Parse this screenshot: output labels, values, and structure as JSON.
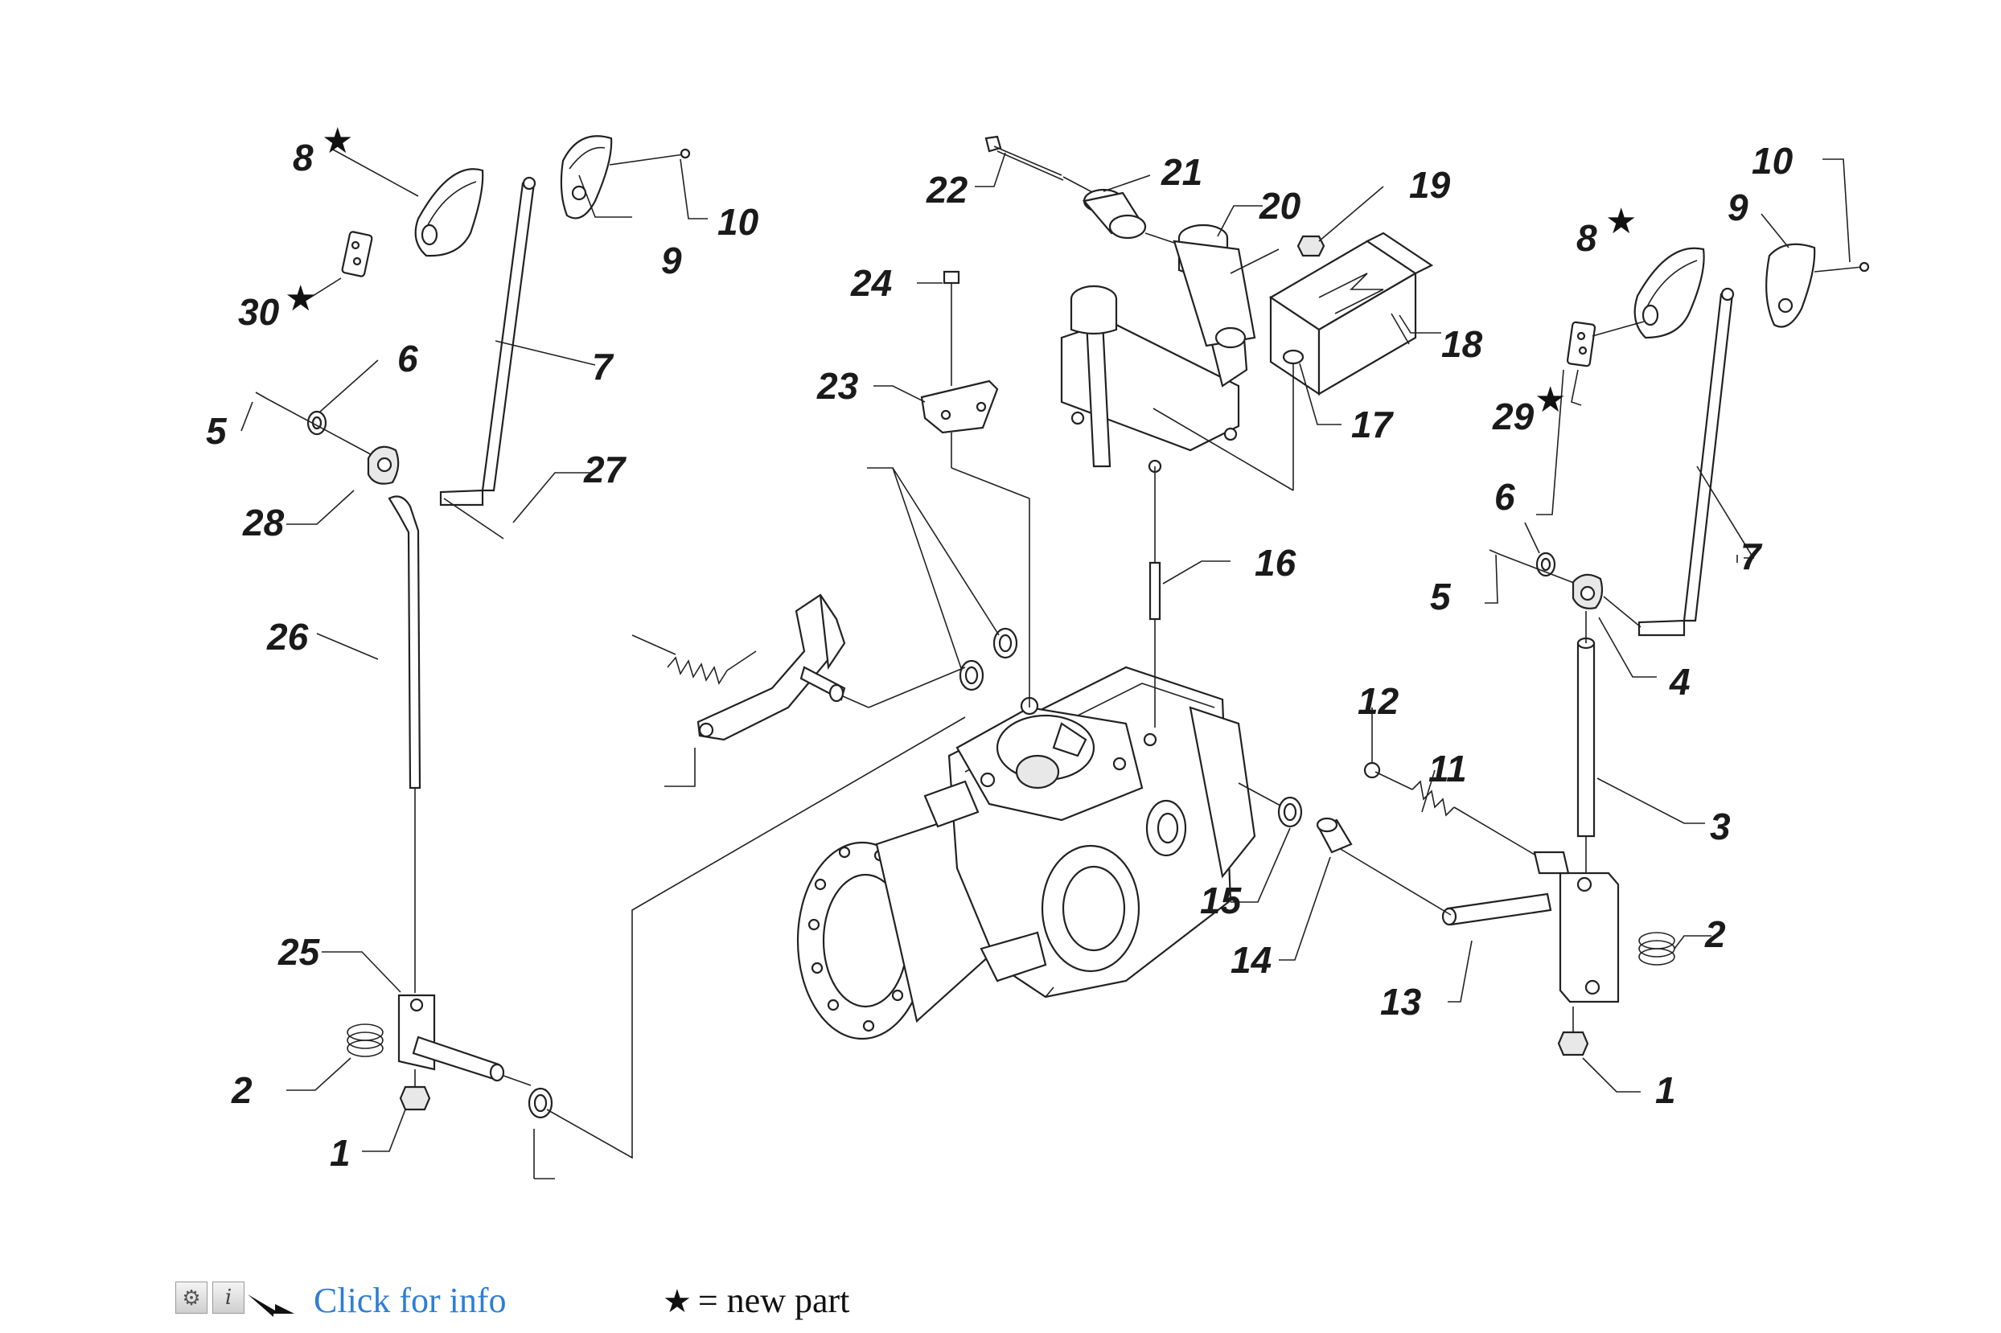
{
  "labels": {
    "l1a": "1",
    "l1b": "1",
    "l2a": "2",
    "l2b": "2",
    "l3": "3",
    "l4": "4",
    "l5a": "5",
    "l5b": "5",
    "l6a": "6",
    "l6b": "6",
    "l7a": "7",
    "l7b": "7",
    "l8a": "8",
    "l8b": "8",
    "l9a": "9",
    "l9b": "9",
    "l10a": "10",
    "l10b": "10",
    "l11": "11",
    "l12": "12",
    "l13": "13",
    "l14": "14",
    "l15": "15",
    "l16": "16",
    "l17": "17",
    "l18": "18",
    "l19": "19",
    "l20": "20",
    "l21": "21",
    "l22": "22",
    "l23": "23",
    "l24": "24",
    "l25": "25",
    "l26": "26",
    "l27": "27",
    "l28": "28",
    "l29": "29",
    "l30": "30"
  },
  "new_part_marker": "★",
  "footer": {
    "info_link": "Click for info",
    "legend_star": "★",
    "legend_text": "= new part",
    "info_button_glyph": "i",
    "gear_button_glyph": "⚙"
  },
  "colors": {
    "link": "#2e7ed6",
    "ink": "#1a1a1a"
  },
  "icons": [
    "gear-icon",
    "info-icon",
    "pointer-arrow-icon",
    "star-icon"
  ]
}
